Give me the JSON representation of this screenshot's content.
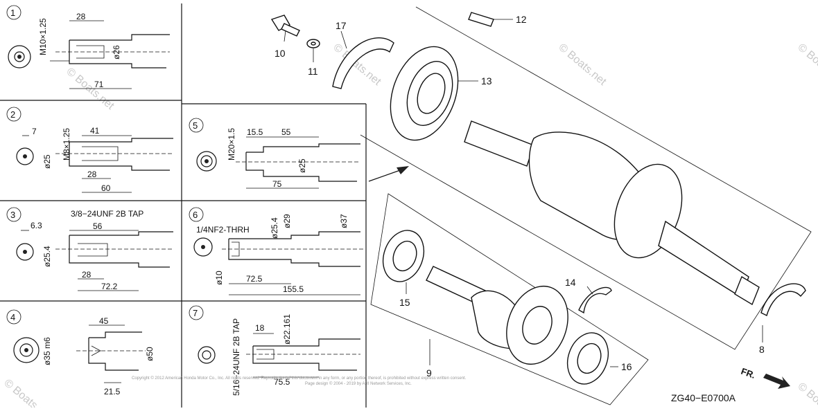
{
  "diagram": {
    "drawing_code": "ZG40−E0700A",
    "direction_label": "FR.",
    "watermark": "© Boats.net",
    "copyright_line1": "Copyright © 2012 American Honda Motor Co., Inc. All rights reserved. Reproduction of this document in any form, or any portion thereof, is prohibited without express written consent.",
    "copyright_line2": "Page design © 2004 - 2019 by ARI Network Services, Inc."
  },
  "variants": [
    {
      "id": "1",
      "thread": "M10×1.25",
      "dims": [
        "28",
        "ø26",
        "71"
      ]
    },
    {
      "id": "2",
      "thread": "M8×1.25",
      "dims": [
        "7",
        "41",
        "ø25",
        "28",
        "60"
      ]
    },
    {
      "id": "3",
      "thread": "3/8−24UNF 2B TAP",
      "dims": [
        "6.3",
        "56",
        "ø25.4",
        "28",
        "72.2"
      ]
    },
    {
      "id": "4",
      "thread": "ø35 m6",
      "dims": [
        "45",
        "ø50",
        "21.5"
      ]
    },
    {
      "id": "5",
      "thread": "M20×1.5",
      "dims": [
        "15.5",
        "55",
        "ø25",
        "75"
      ]
    },
    {
      "id": "6",
      "thread": "1/4NF2-THRH",
      "dims": [
        "ø25.4",
        "ø29",
        "ø37",
        "ø10",
        "72.5",
        "155.5"
      ]
    },
    {
      "id": "7",
      "thread": "5/16−24UNF 2B TAP",
      "dims": [
        "18",
        "ø22.161",
        "75.5"
      ]
    }
  ],
  "callouts": [
    "8",
    "9",
    "10",
    "11",
    "12",
    "13",
    "14",
    "15",
    "16",
    "17"
  ]
}
